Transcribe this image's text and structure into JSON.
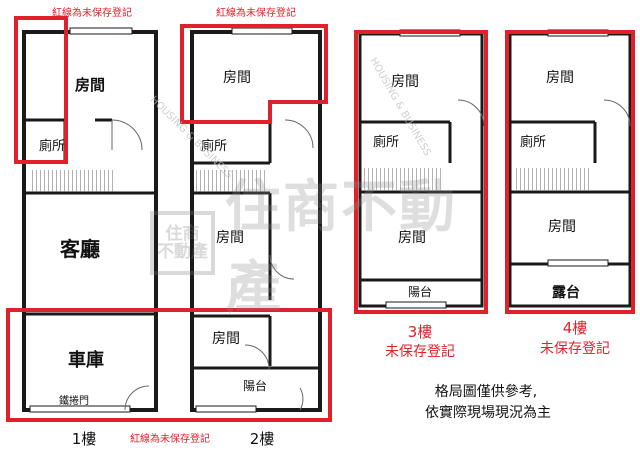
{
  "floors": [
    {
      "label": "1樓",
      "rooms": [
        "房間",
        "廁所",
        "客廳",
        "車庫"
      ],
      "door_label": "鐵捲門"
    },
    {
      "label": "2樓",
      "rooms": [
        "房間",
        "廁所",
        "房間",
        "房間"
      ],
      "balcony": "陽台"
    },
    {
      "label": "3樓",
      "rooms": [
        "房間",
        "廁所",
        "房間"
      ],
      "balcony": "陽台",
      "status": "未保存登記"
    },
    {
      "label": "4樓",
      "rooms": [
        "房間",
        "廁所",
        "房間"
      ],
      "terrace": "露台",
      "status": "未保存登記"
    }
  ],
  "notes": {
    "red_line_note": "紅線為未保存登記",
    "disclaimer_line1": "格局圖僅供參考,",
    "disclaimer_line2": "依實際現場現況為主"
  },
  "watermark": {
    "box_line1": "住商",
    "box_line2": "不動產",
    "text": "住商不動產",
    "diag": "HOUSING & BUSINESS"
  },
  "colors": {
    "wall": "#1a1a1a",
    "unregistered": "#e0212b",
    "text": "#111111",
    "watermark": "#8a8a8a"
  }
}
